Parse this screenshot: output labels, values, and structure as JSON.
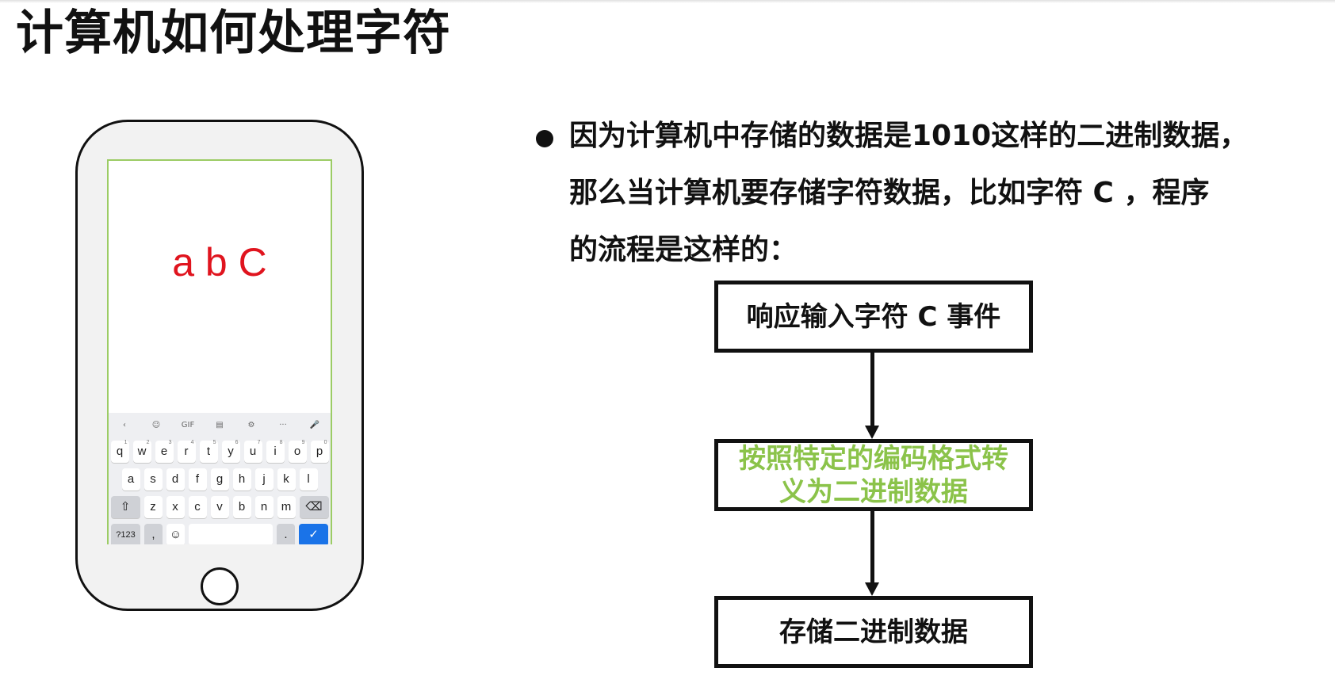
{
  "slide": {
    "title": "计算机如何处理字符"
  },
  "phone": {
    "typed_text": "a b C",
    "keyboard": {
      "toolbar": [
        "‹",
        "☺",
        "GIF",
        "▤",
        "⚙",
        "···",
        "🎤"
      ],
      "row1": [
        {
          "key": "q",
          "hint": "1"
        },
        {
          "key": "w",
          "hint": "2"
        },
        {
          "key": "e",
          "hint": "3"
        },
        {
          "key": "r",
          "hint": "4"
        },
        {
          "key": "t",
          "hint": "5"
        },
        {
          "key": "y",
          "hint": "6"
        },
        {
          "key": "u",
          "hint": "7"
        },
        {
          "key": "i",
          "hint": "8"
        },
        {
          "key": "o",
          "hint": "9"
        },
        {
          "key": "p",
          "hint": "0"
        }
      ],
      "row2": [
        "a",
        "s",
        "d",
        "f",
        "g",
        "h",
        "j",
        "k",
        "l"
      ],
      "row3": [
        "z",
        "x",
        "c",
        "v",
        "b",
        "n",
        "m"
      ],
      "shift_label": "⇧",
      "backspace_label": "⌫",
      "symbols_label": "?123",
      "comma_label": ",",
      "emoji_label": "☺",
      "space_label": "",
      "period_label": ".",
      "enter_label": "✓"
    }
  },
  "bullet": {
    "lines": [
      "因为计算机中存储的数据是1010这样的二进制数据，",
      "那么当计算机要存储字符数据，比如字符 C ，程序",
      "的流程是这样的："
    ]
  },
  "flow": {
    "step1": "响应输入字符 C 事件",
    "step2_line1": "按照特定的编码格式转",
    "step2_line2": "义为二进制数据",
    "step3": "存储二进制数据",
    "highlight_color": "#8bc34a"
  }
}
